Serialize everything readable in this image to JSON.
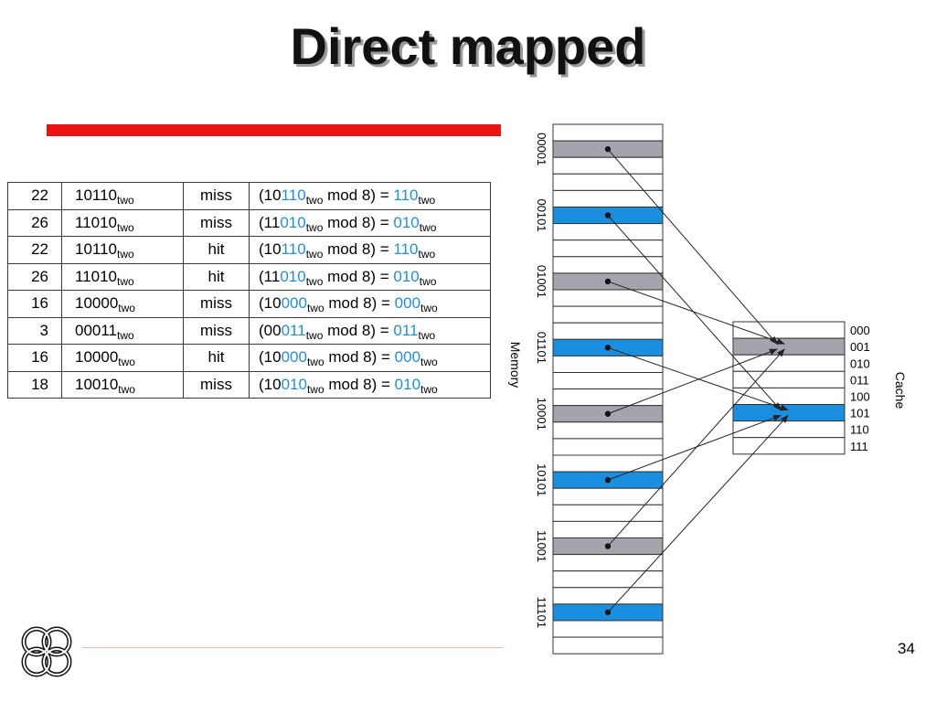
{
  "slide": {
    "title": "Direct mapped",
    "page_number": "34"
  },
  "table": {
    "rows": [
      {
        "dec": "22",
        "bin": "10110",
        "result": "miss",
        "calc_pre": "10",
        "calc_hl": "110",
        "calc_rhs": "110"
      },
      {
        "dec": "26",
        "bin": "11010",
        "result": "miss",
        "calc_pre": "11",
        "calc_hl": "010",
        "calc_rhs": "010"
      },
      {
        "dec": "22",
        "bin": "10110",
        "result": "hit",
        "calc_pre": "10",
        "calc_hl": "110",
        "calc_rhs": "110"
      },
      {
        "dec": "26",
        "bin": "11010",
        "result": "hit",
        "calc_pre": "11",
        "calc_hl": "010",
        "calc_rhs": "010"
      },
      {
        "dec": "16",
        "bin": "10000",
        "result": "miss",
        "calc_pre": "10",
        "calc_hl": "000",
        "calc_rhs": "000"
      },
      {
        "dec": "3",
        "bin": "00011",
        "result": "miss",
        "calc_pre": "00",
        "calc_hl": "011",
        "calc_rhs": "011"
      },
      {
        "dec": "16",
        "bin": "10000",
        "result": "hit",
        "calc_pre": "10",
        "calc_hl": "000",
        "calc_rhs": "000"
      },
      {
        "dec": "18",
        "bin": "10010",
        "result": "miss",
        "calc_pre": "10",
        "calc_hl": "010",
        "calc_rhs": "010"
      }
    ],
    "base_sub": "two",
    "mod_text": " mod 8) = ",
    "open_paren": "("
  },
  "diagram": {
    "memory_label": "Memory",
    "cache_label": "Cache",
    "memory_addresses": [
      "00001",
      "00101",
      "01001",
      "01101",
      "10001",
      "10101",
      "11001",
      "11101"
    ],
    "cache_indices": [
      "000",
      "001",
      "010",
      "011",
      "100",
      "101",
      "110",
      "111"
    ],
    "colors": {
      "gray": "#a4a4ac",
      "blue": "#1a8fe0",
      "line": "#222222"
    }
  }
}
